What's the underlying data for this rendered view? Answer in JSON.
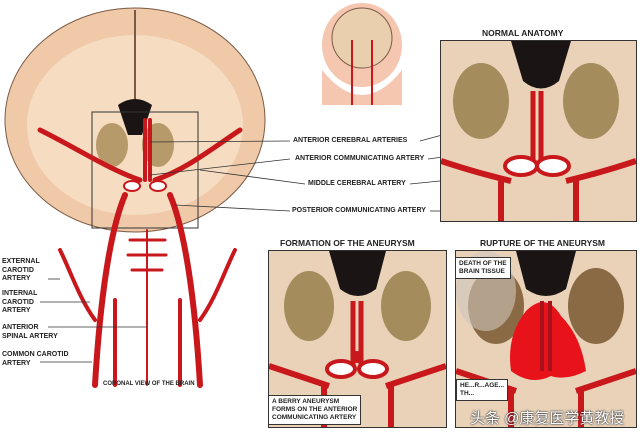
{
  "labels": {
    "anterior_cerebral": "ANTERIOR CEREBRAL ARTERIES",
    "anterior_communicating": "ANTERIOR COMMUNICATING ARTERY",
    "middle_cerebral": "MIDDLE CEREBRAL ARTERY",
    "posterior_communicating": "POSTERIOR COMMUNICATING ARTERY",
    "external_carotid": [
      "EXTERNAL",
      "CAROTID",
      "ARTERY"
    ],
    "internal_carotid": [
      "INTERNAL",
      "CAROTID",
      "ARTERY"
    ],
    "anterior_spinal": [
      "ANTERIOR",
      "SPINAL ARTERY"
    ],
    "common_carotid": [
      "COMMON CAROTID",
      "ARTERY"
    ],
    "coronal_caption": "CORONAL VIEW OF THE BRAIN"
  },
  "panels": {
    "normal": {
      "title": "NORMAL ANATOMY"
    },
    "formation": {
      "title": "FORMATION OF THE ANEURYSM",
      "callout": [
        "A BERRY ANEURYSM",
        "FORMS ON THE ANTERIOR",
        "COMMUNICATING ARTERY"
      ]
    },
    "rupture": {
      "title": "RUPTURE OF THE ANEURYSM",
      "callout_top": [
        "DEATH OF THE",
        "BRAIN TISSUE"
      ],
      "callout_bottom": [
        "HE...R...AGE...",
        "TH..."
      ]
    }
  },
  "watermark": "头条 @康复医学黄教授",
  "colors": {
    "artery": "#c8181c",
    "brain": "#e9cfae",
    "gray": "#d8b48c",
    "blood": "#e8121a"
  }
}
